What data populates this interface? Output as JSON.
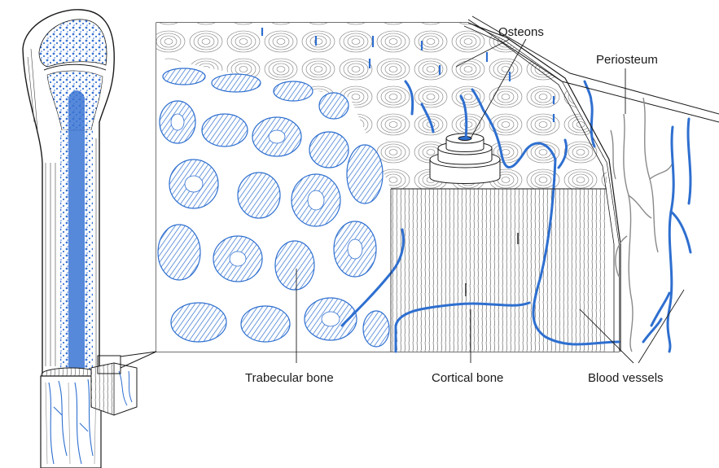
{
  "labels": {
    "osteons": "Osteons",
    "periosteum": "Periosteum",
    "trabecular_bone": "Trabecular bone",
    "cortical_bone": "Cortical bone",
    "blood_vessels": "Blood vessels"
  },
  "colors": {
    "vessel": "#2e6fd0",
    "ink": "#1a1a1a",
    "bone_fill": "#ffffff",
    "marrow": "#3a74d4"
  }
}
